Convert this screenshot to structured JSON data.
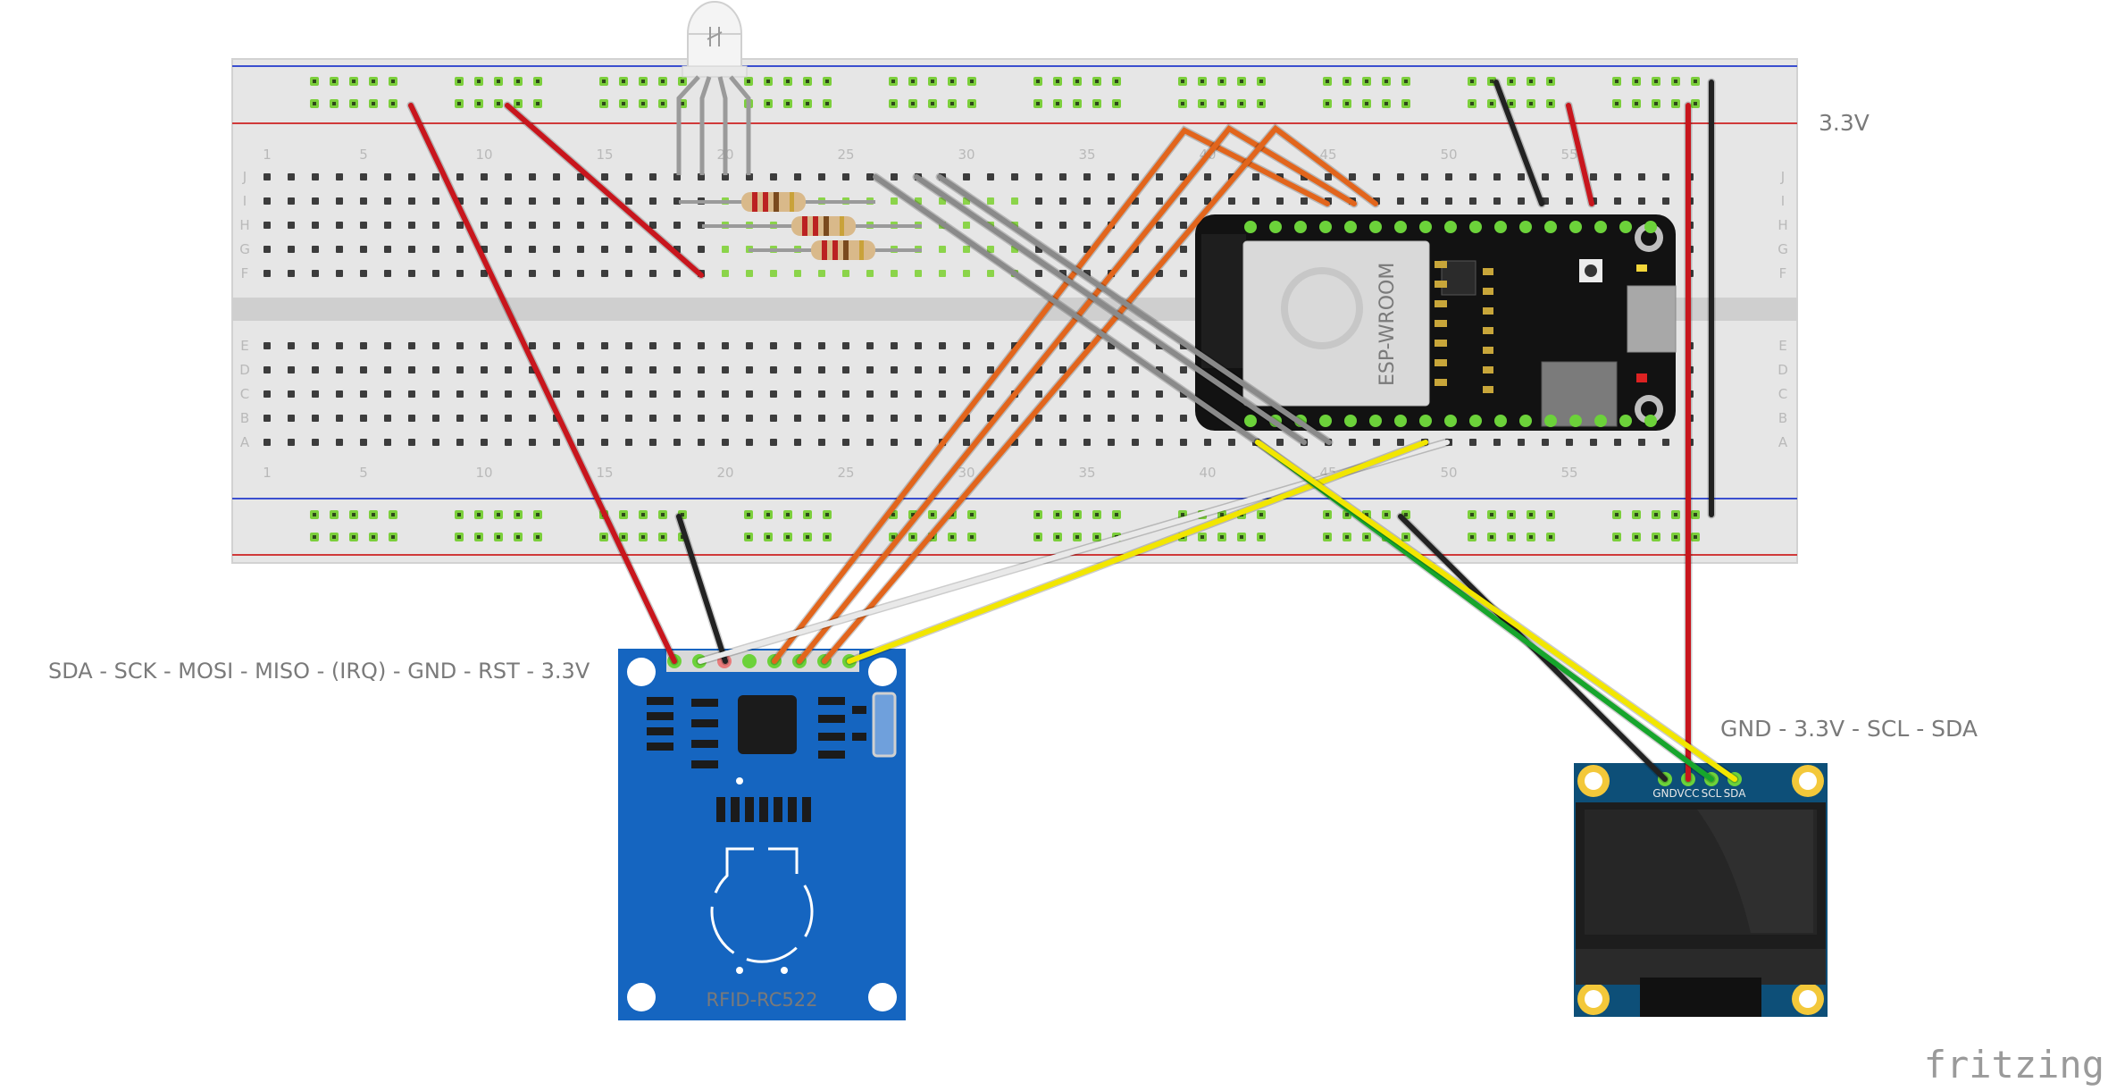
{
  "labels": {
    "rail_voltage": "3.3V",
    "rfid_pins": "SDA - SCK - MOSI - MISO - (IRQ) - GND - RST - 3.3V",
    "oled_pins": "GND - 3.3V - SCL - SDA",
    "rfid_name": "RFID-RC522",
    "esp_name": "ESP-WROOM",
    "logo": "fritzing"
  },
  "oled_pin_labels": [
    "GND",
    "VCC",
    "SCL",
    "SDA"
  ],
  "breadboard": {
    "row_letters_top": [
      "J",
      "I",
      "H",
      "G",
      "F"
    ],
    "row_letters_bottom": [
      "E",
      "D",
      "C",
      "B",
      "A"
    ],
    "column_numbers": [
      "1",
      "5",
      "10",
      "15",
      "20",
      "25",
      "30",
      "35",
      "40",
      "45",
      "50",
      "55"
    ]
  },
  "colors": {
    "wire_red": "#c8161d",
    "wire_black": "#222222",
    "wire_orange": "#e2651c",
    "wire_gray": "#8a8a8a",
    "wire_yellow": "#f2e600",
    "wire_green": "#17a52c",
    "wire_white": "#e9e9e9",
    "rfid_board": "#1565c0",
    "oled_board": "#0d4f78"
  }
}
